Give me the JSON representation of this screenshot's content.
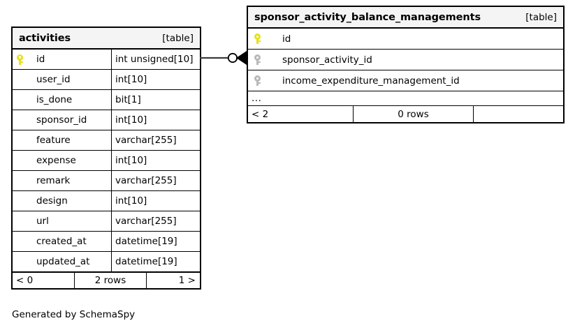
{
  "diagram": {
    "caption": "Generated by SchemaSpy",
    "background": "#ffffff",
    "line_color": "#3b3b3b",
    "primary_key_color": "#e8e112",
    "foreign_key_color": "#b8b8b8"
  },
  "tables": [
    {
      "name": "activities",
      "kind": "[table]",
      "columns": [
        {
          "key": "primary",
          "name": "id",
          "type": "int unsigned[10]"
        },
        {
          "key": "none",
          "name": "user_id",
          "type": "int[10]"
        },
        {
          "key": "none",
          "name": "is_done",
          "type": "bit[1]"
        },
        {
          "key": "none",
          "name": "sponsor_id",
          "type": "int[10]"
        },
        {
          "key": "none",
          "name": "feature",
          "type": "varchar[255]"
        },
        {
          "key": "none",
          "name": "expense",
          "type": "int[10]"
        },
        {
          "key": "none",
          "name": "remark",
          "type": "varchar[255]"
        },
        {
          "key": "none",
          "name": "design",
          "type": "int[10]"
        },
        {
          "key": "none",
          "name": "url",
          "type": "varchar[255]"
        },
        {
          "key": "none",
          "name": "created_at",
          "type": "datetime[19]"
        },
        {
          "key": "none",
          "name": "updated_at",
          "type": "datetime[19]"
        }
      ],
      "footer": {
        "prev": "< 0",
        "rows": "2 rows",
        "next": "1 >"
      }
    },
    {
      "name": "sponsor_activity_balance_managements",
      "kind": "[table]",
      "columns": [
        {
          "key": "primary",
          "name": "id",
          "type": ""
        },
        {
          "key": "foreign",
          "name": "sponsor_activity_id",
          "type": ""
        },
        {
          "key": "foreign",
          "name": "income_expenditure_management_id",
          "type": ""
        }
      ],
      "more_indicator": "...",
      "footer": {
        "prev": "< 2",
        "rows": "0 rows",
        "next": ""
      }
    }
  ],
  "relationship": {
    "from_table": "activities",
    "from_column": "id",
    "to_table": "sponsor_activity_balance_managements",
    "to_column": "sponsor_activity_id",
    "notation": "crows-foot",
    "source_cardinality": "zero-or-one",
    "target_cardinality": "many"
  }
}
